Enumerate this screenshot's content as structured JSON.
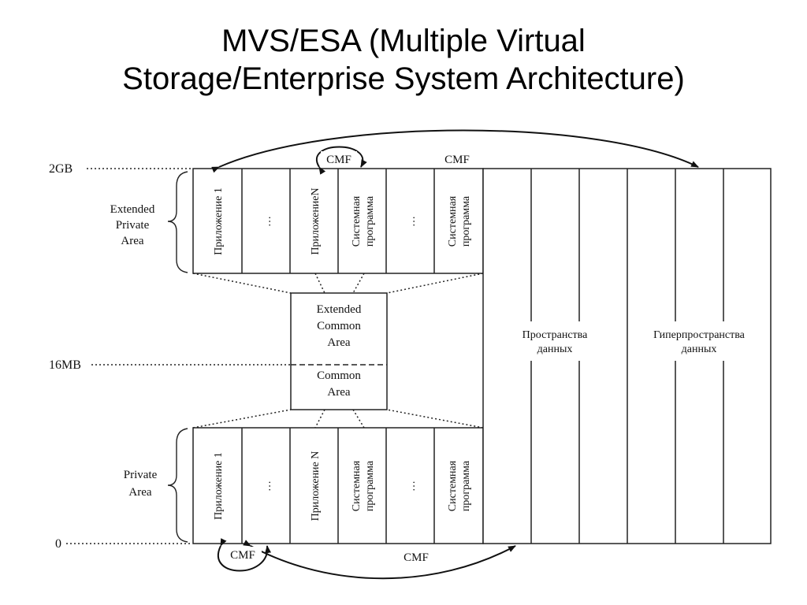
{
  "title": {
    "line1": "MVS/ESA (Multiple Virtual",
    "line2": "Storage/Enterprise System Architecture)"
  },
  "address_labels": {
    "top": "2GB",
    "middle": "16MB",
    "bottom": "0"
  },
  "region_labels": {
    "extended_private": [
      "Extended",
      "Private",
      "Area"
    ],
    "private": [
      "Private",
      "Area"
    ],
    "extended_common": [
      "Extended",
      "Common",
      "Area"
    ],
    "common": [
      "Common",
      "Area"
    ]
  },
  "columns_top": [
    "Приложение 1",
    "…",
    "ПриложениеN",
    "Системная программа",
    "…",
    "Системная программа"
  ],
  "columns_bottom": [
    "Приложение 1",
    "…",
    "Приложение N",
    "Системная программа",
    "…",
    "Системная программа"
  ],
  "spaces": {
    "data_spaces": [
      "Пространства",
      "данных"
    ],
    "hiperspaces": [
      "Гиперпространства",
      "данных"
    ]
  },
  "cmf_label": "CMF"
}
